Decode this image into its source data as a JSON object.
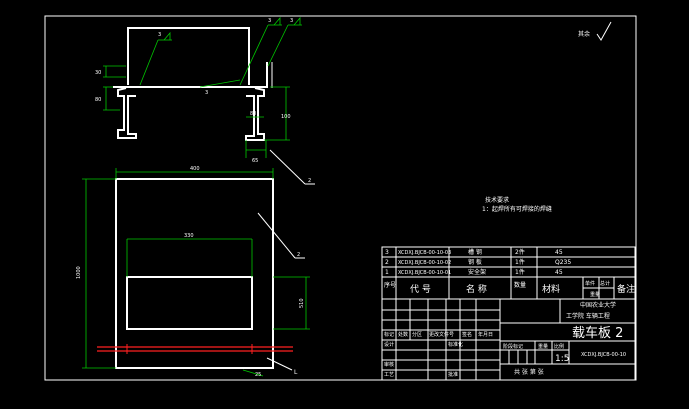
{
  "drawing": {
    "surface_roughness": "其余",
    "tech_req": {
      "title": "技术要求",
      "line1": "1：起焊所有可焊接的焊缝"
    },
    "annotations": {
      "weld_a": "3",
      "weld_b": "3",
      "weld_c": "3",
      "weld_mark": "3",
      "leader_2a": "2",
      "leader_2b": "2",
      "leader_L": "L"
    },
    "dimensions": {
      "top_left_1": "30",
      "top_left_2": "80",
      "profile_depth": "80",
      "profile_side": "100",
      "profile_bottom": "65",
      "plate_width": "400",
      "inner_width": "330",
      "plate_height": "1000",
      "inner_height": "510",
      "bottom_note": "25"
    },
    "bom": {
      "rows": [
        {
          "no": "3",
          "code": "XCDXJ.BJCB-00-10-03",
          "name": "槽  钢",
          "qty": "2件",
          "material": "45"
        },
        {
          "no": "2",
          "code": "XCDXJ.BJCB-00-10-02",
          "name": "钢  板",
          "qty": "1件",
          "material": "Q235"
        },
        {
          "no": "1",
          "code": "XCDXJ.BJCB-00-10-01",
          "name": "安全架",
          "qty": "1件",
          "material": "45"
        }
      ],
      "header": {
        "no": "序号",
        "code": "代 号",
        "name": "名 称",
        "qty": "数量",
        "material": "材料",
        "weight_single": "单件",
        "weight_total": "总计",
        "weight": "重量",
        "remark": "备注"
      }
    },
    "title_block": {
      "university": "中国农业大学",
      "department": "工学院  车辆工程",
      "drawing_name": "载车板 2",
      "drawing_code": "XCDXJ.BJCB-00-10",
      "scale": "1:5",
      "mass_label": "重量",
      "scale_label": "比例",
      "stage_label": "阶段标记",
      "sheet_info": "共 张 第 张",
      "designer": "设计",
      "checker": "审核",
      "process": "工艺",
      "approve": "批准",
      "standardize": "标准化",
      "mark_row": [
        "标记",
        "处数",
        "分区",
        "更改文件号",
        "签名",
        "年月日"
      ]
    }
  }
}
